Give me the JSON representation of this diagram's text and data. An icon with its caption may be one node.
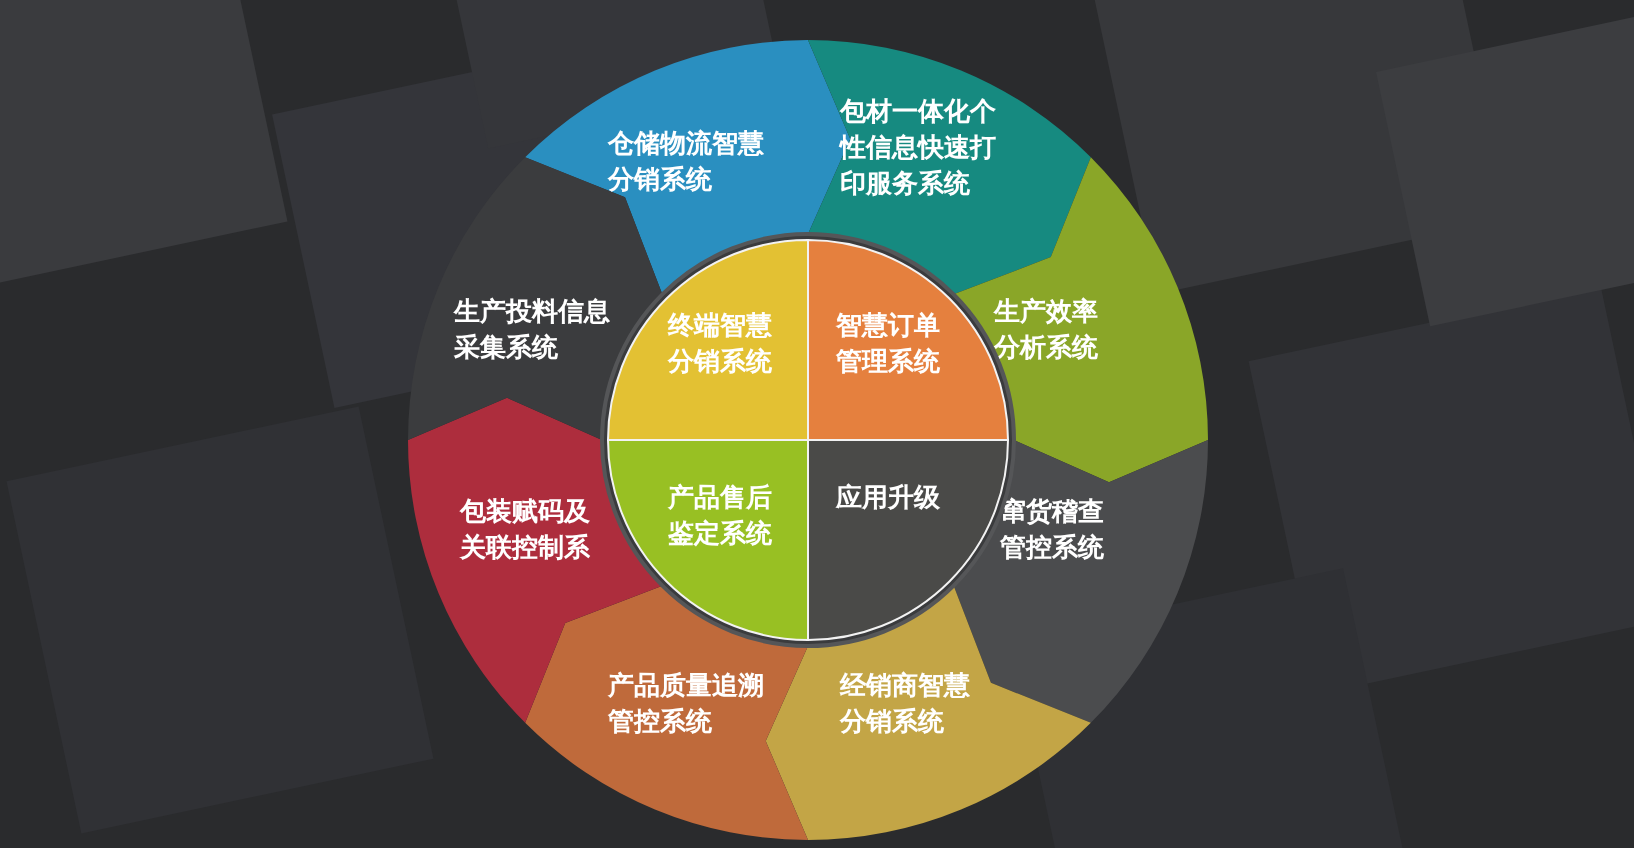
{
  "diagram": {
    "nodes": [
      {
        "text": [
          "仓储物流智慧分销系统"
        ]
      },
      {
        "text": [
          "包材一体化个性信息快速打印服务系统"
        ]
      },
      {
        "text": [
          "生产效率分析系统"
        ]
      },
      {
        "text": [
          "窜货稽查管控系统"
        ]
      },
      {
        "text": [
          "经销商智慧分销系统"
        ]
      },
      {
        "text": [
          "产品质量追溯管控系统"
        ]
      },
      {
        "text": [
          "包装赋码及关联控制系"
        ]
      },
      {
        "text": [
          "生产投料信息采集系统"
        ]
      },
      {
        "text": [
          "终端智慧分销系统"
        ]
      },
      {
        "text": [
          "智慧订单管理系统"
        ]
      },
      {
        "text": [
          "产品售后鉴定系统"
        ]
      },
      {
        "text": [
          "应用升级"
        ]
      }
    ]
  }
}
